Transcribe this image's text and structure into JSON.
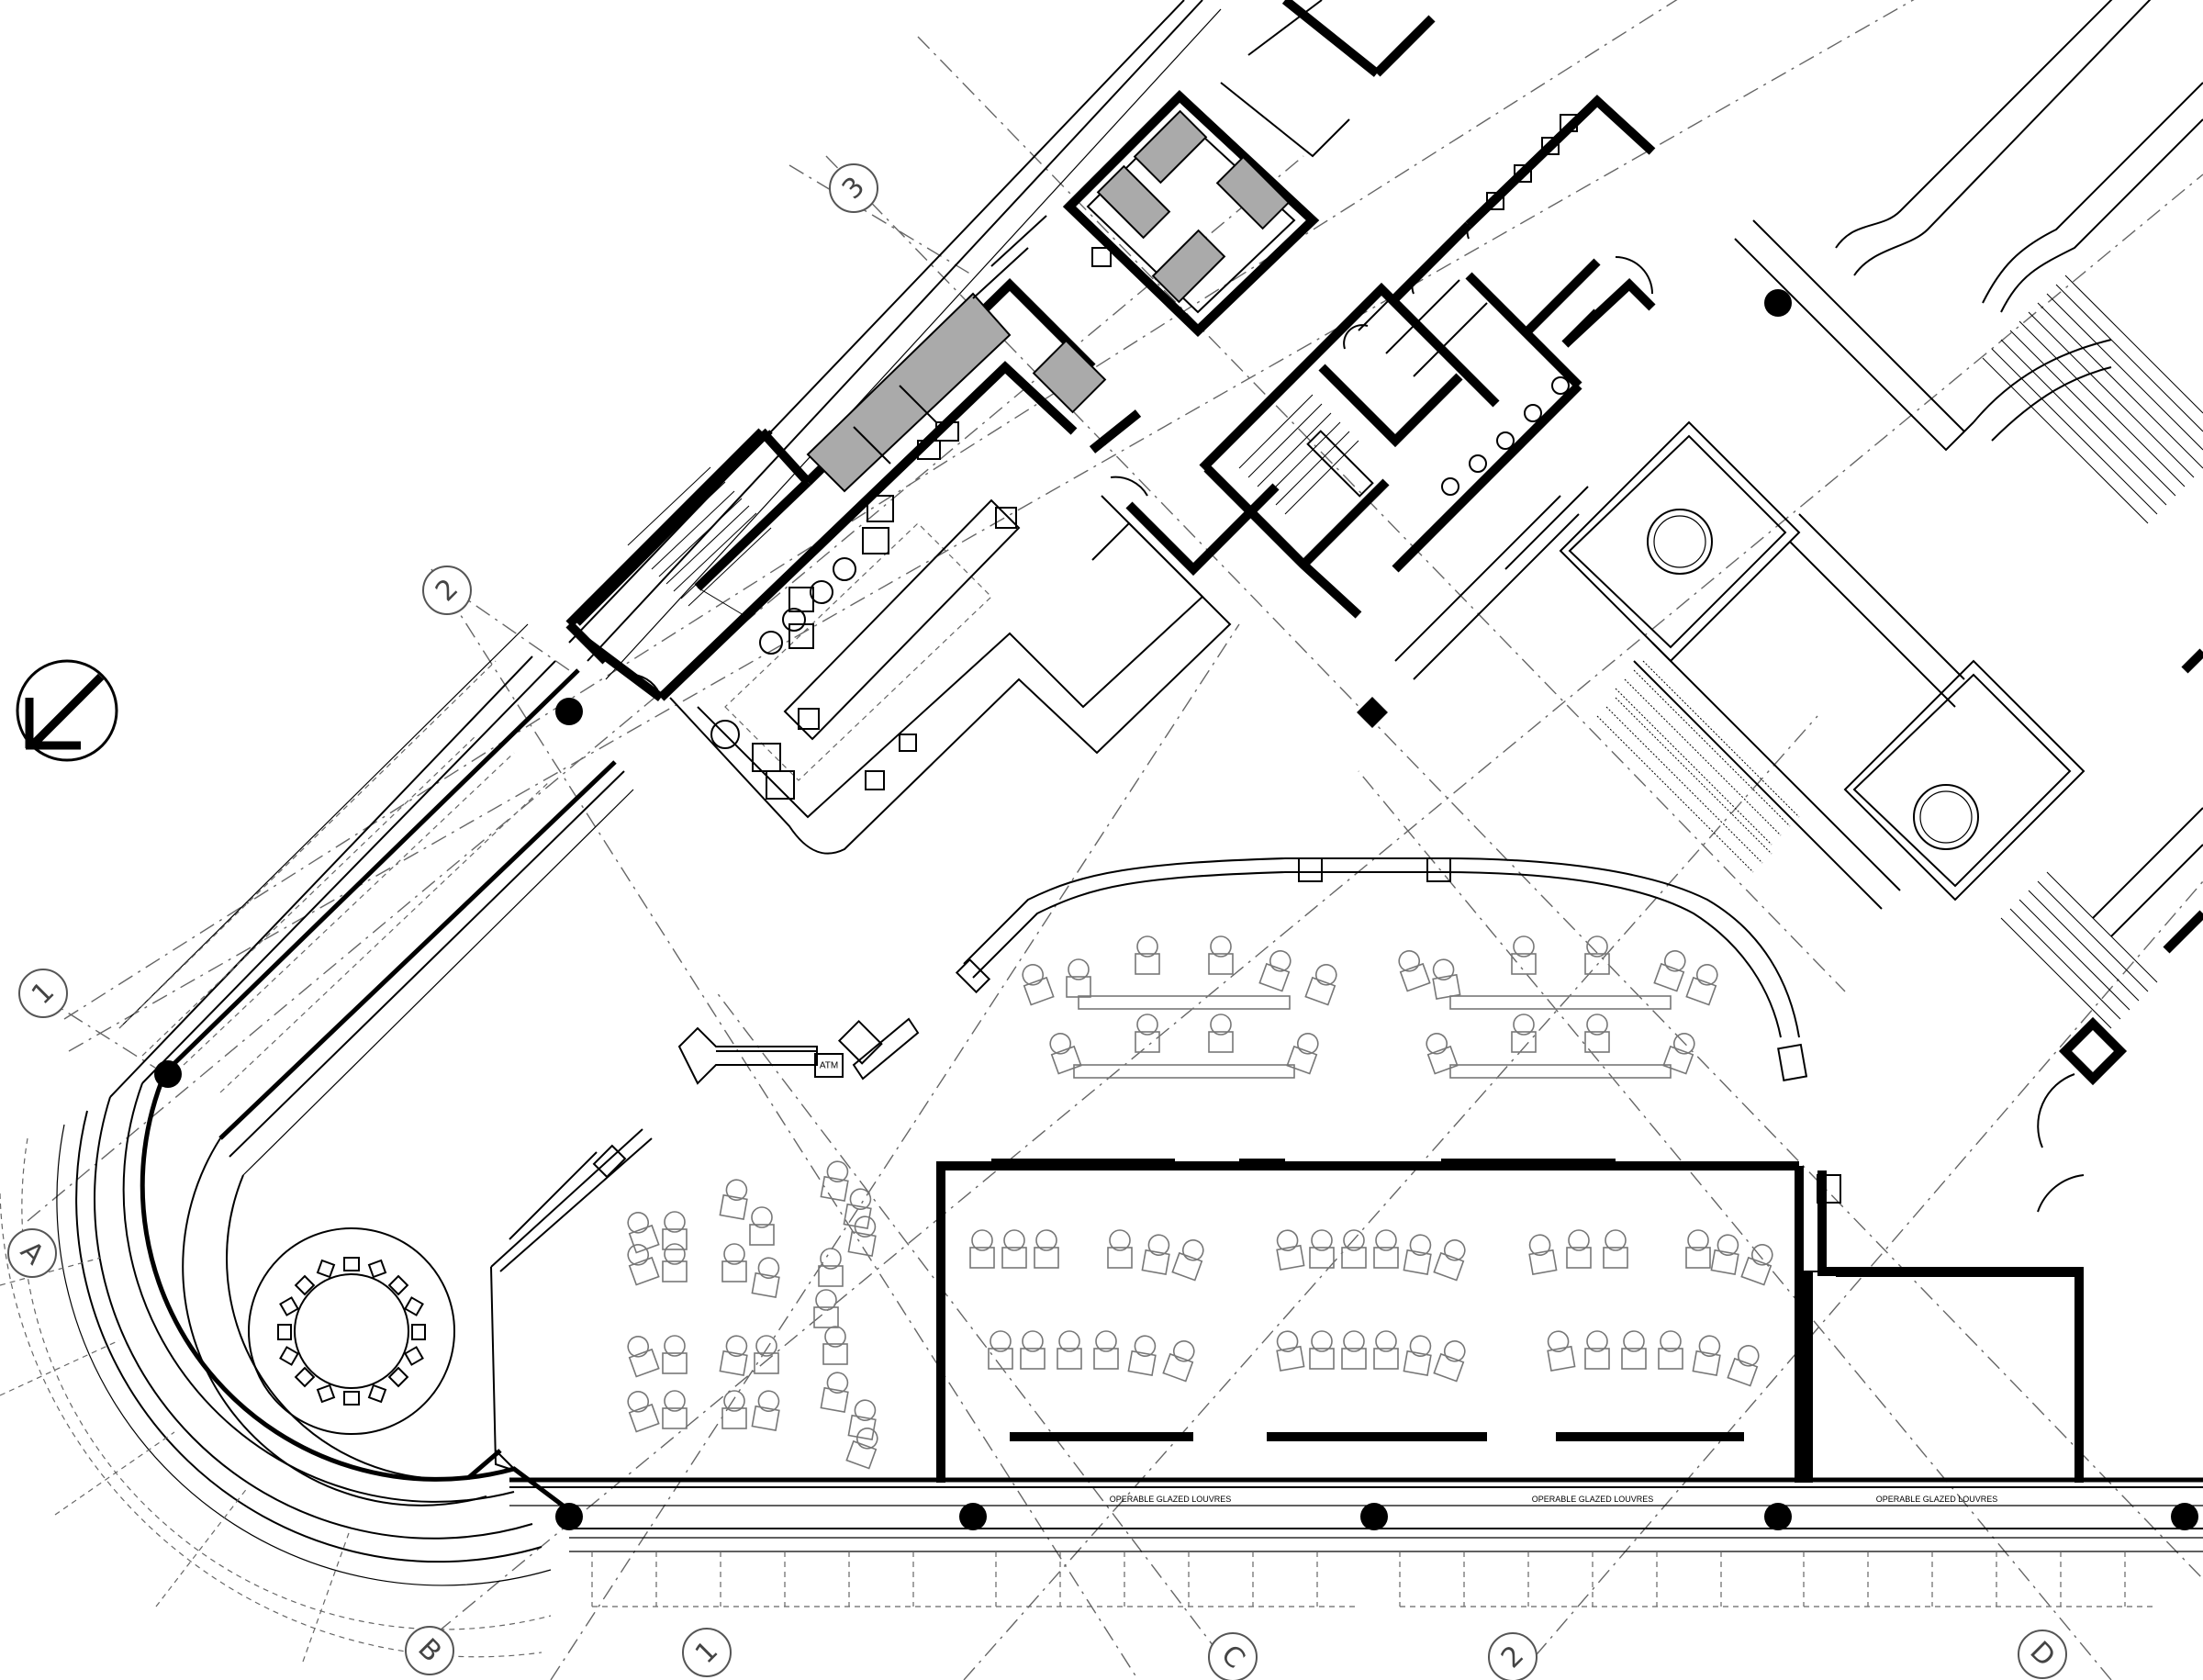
{
  "plan": {
    "grid_bubbles": {
      "top": [
        "3",
        "2",
        "1"
      ],
      "left": [
        "A",
        "B"
      ],
      "bottom": [
        "1",
        "C",
        "2",
        "D"
      ]
    },
    "annotations": {
      "louvres": [
        "OPERABLE GLAZED LOUVRES",
        "OPERABLE GLAZED LOUVRES",
        "OPERABLE GLAZED LOUVRES"
      ],
      "atm": "ATM"
    },
    "north_arrow": "north-arrow",
    "colors": {
      "line": "#000000",
      "grid": "#666666",
      "equipment_fill": "#aaaaaa"
    }
  }
}
